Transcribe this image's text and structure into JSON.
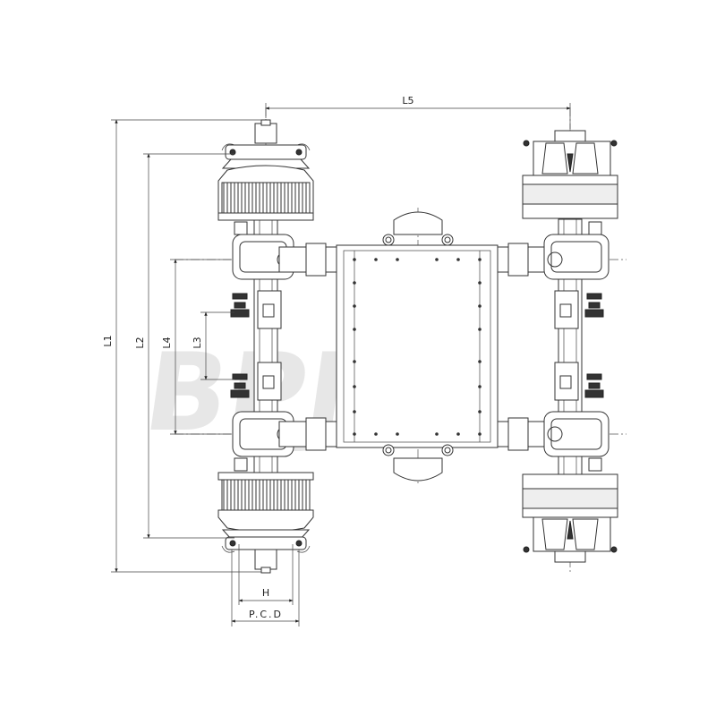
{
  "dimensions": {
    "l1": "L1",
    "l2": "L2",
    "l3": "L3",
    "l4": "L4",
    "l5": "L5",
    "h": "H",
    "pcd": "P.C.D"
  },
  "watermark": "BPJ",
  "colors": {
    "line": "#333333",
    "watermark": "#d4d4d4"
  }
}
